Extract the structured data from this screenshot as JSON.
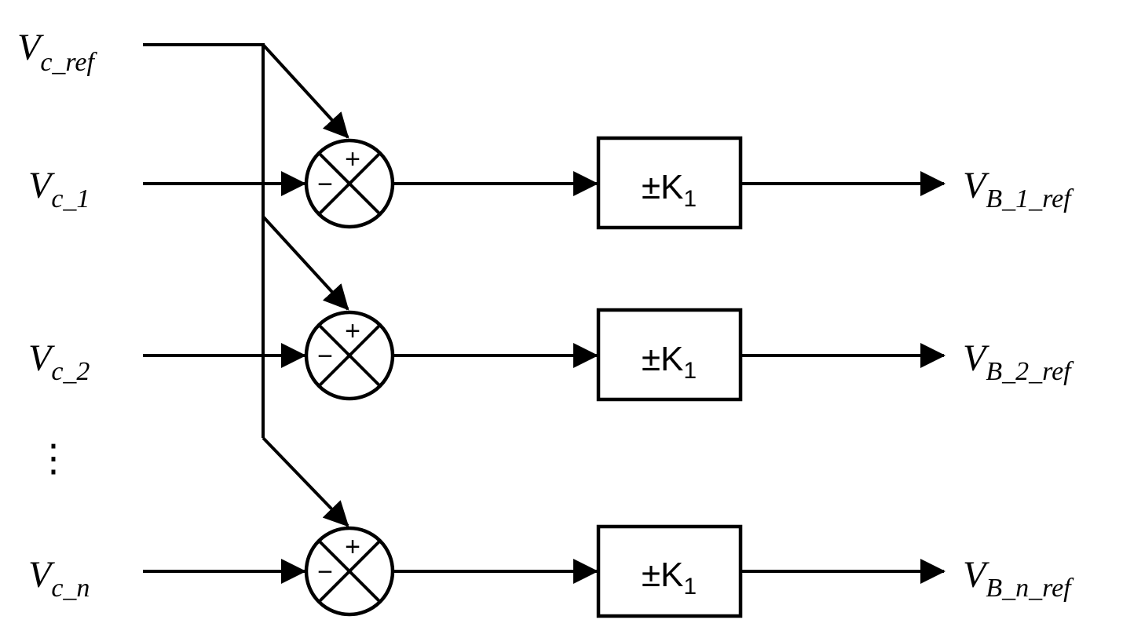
{
  "diagram": {
    "inputs": {
      "ref": {
        "base": "V",
        "sub": "c_ref"
      },
      "rows": [
        {
          "base": "V",
          "sub": "c_1"
        },
        {
          "base": "V",
          "sub": "c_2"
        },
        {
          "base": "V",
          "sub": "c_n"
        }
      ],
      "ellipsis": "⋮"
    },
    "summing_junctions": [
      {
        "plus": "+",
        "minus": "−"
      },
      {
        "plus": "+",
        "minus": "−"
      },
      {
        "plus": "+",
        "minus": "−"
      }
    ],
    "gain_blocks": [
      {
        "label": "±K",
        "sub": "1"
      },
      {
        "label": "±K",
        "sub": "1"
      },
      {
        "label": "±K",
        "sub": "1"
      }
    ],
    "outputs": [
      {
        "base": "V",
        "sub": "B_1_ref"
      },
      {
        "base": "V",
        "sub": "B_2_ref"
      },
      {
        "base": "V",
        "sub": "B_n_ref"
      }
    ]
  }
}
